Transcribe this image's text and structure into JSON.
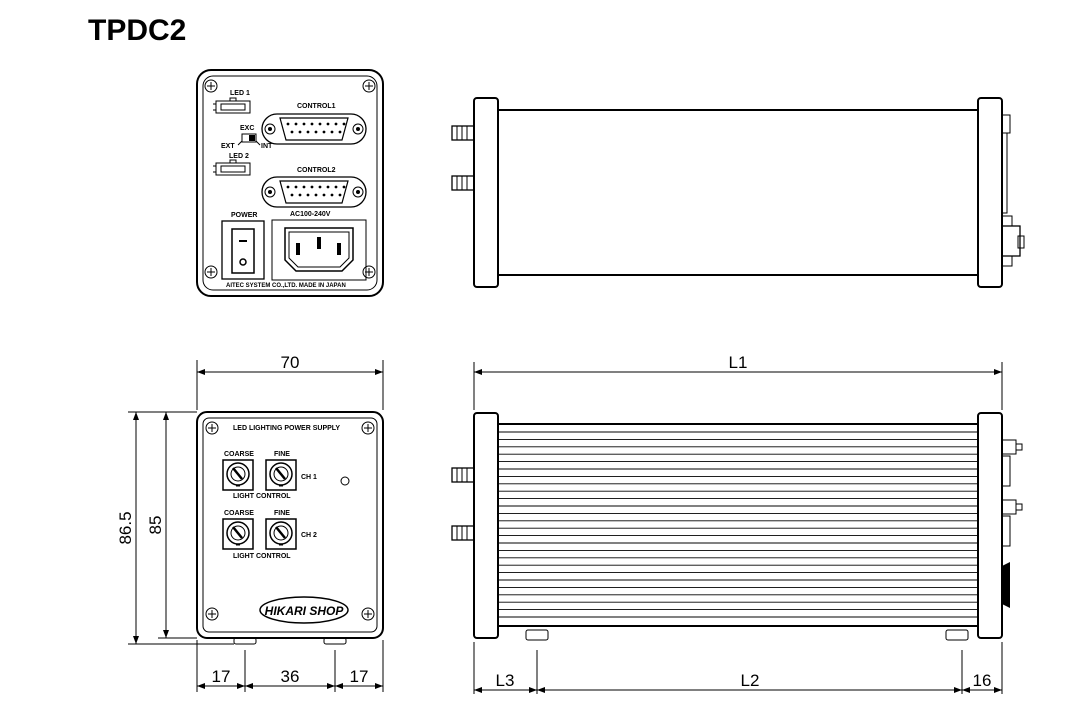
{
  "title": "TPDC2",
  "rear_panel": {
    "led1": "LED 1",
    "led2": "LED 2",
    "control1": "CONTROL1",
    "control2": "CONTROL2",
    "exc": "EXC",
    "ext": "EXT",
    "int": "INT",
    "power": "POWER",
    "ac": "AC100-240V",
    "maker": "AITEC SYSTEM CO.,LTD.  MADE IN JAPAN"
  },
  "front_panel": {
    "heading": "LED LIGHTING  POWER SUPPLY",
    "coarse1": "COARSE",
    "fine1": "FINE",
    "ch1": "CH 1",
    "light1": "LIGHT CONTROL",
    "coarse2": "COARSE",
    "fine2": "FINE",
    "ch2": "CH 2",
    "light2": "LIGHT CONTROL",
    "badge": "HIKARI SHOP"
  },
  "dimensions": {
    "width": "70",
    "height_outer": "86.5",
    "height_inner": "85",
    "bottom_left": "17",
    "bottom_mid": "36",
    "bottom_right": "17",
    "length_total": "L1",
    "length_l3": "L3",
    "length_l2": "L2",
    "length_end": "16"
  }
}
